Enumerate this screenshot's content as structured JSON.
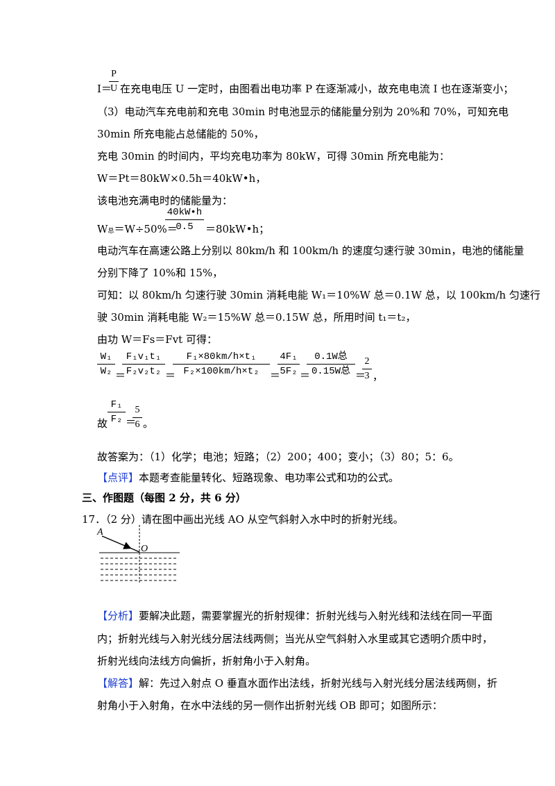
{
  "lines": {
    "l1_frac_num": "P",
    "l1_frac_den": "U",
    "l1_prefix": "I＝",
    "l1_text": "在充电电压 U 一定时，由图看出电功率 P 在逐渐减小，故充电电流 I 也在逐渐变小；",
    "l2": "（3）电动汽车充电前和充电 30min 时电池显示的储能量分别为 20%和 70%，可知充电",
    "l3": "30min 所充电能占总储能的 50%，",
    "l4": "充电 30min 的时间内，平均充电功率为 80kW，可得 30min 所充电能为：",
    "l5": "W＝Pt＝80kW×0.5h＝40kW•h，",
    "l6": "该电池充满电时的储能量为：",
    "l7_prefix": "W",
    "l7_sub": "总",
    "l7_mid": "＝W÷50%＝",
    "l7_frac_num": "40kW•h",
    "l7_frac_den": "0.5",
    "l7_suffix": "＝80kW•h；",
    "l8": "电动汽车在高速公路上分别以 80km/h 和 100km/h 的速度匀速行驶 30min，电池的储能量",
    "l9": "分别下降了 10%和 15%，",
    "l10": "可知：以 80km/h 匀速行驶 30min 消耗电能 W₁＝10%W 总＝0.1W 总，以 100km/h 匀速行",
    "l11": "驶 30min 消耗电能 W₂＝15%W 总＝0.15W 总，所用时间 t₁＝t₂，",
    "l12": "由功 W＝Fs＝Fvt 可得：",
    "eq": {
      "f1_num": "W₁",
      "f1_den": "W₂",
      "f2_num": "F₁v₁t₁",
      "f2_den": "F₂v₂t₂",
      "f3_num": "F₁×80km/h×t₁",
      "f3_den": "F₂×100km/h×t₂",
      "f4_num": "4F₁",
      "f4_den": "5F₂",
      "f5_num": "0.1W总",
      "f5_den": "0.15W总",
      "f6_num": "2",
      "f6_den": "3",
      "eqsign": "＝",
      "end": "，"
    },
    "ratio": {
      "prefix": "故",
      "num": "F₁",
      "den": "F₂",
      "eq": "＝",
      "r_num": "5",
      "r_den": "6",
      "end": "。"
    },
    "answer": "故答案为：（1）化学；电池；短路；（2）200；400；变小；（3）80；5：6。",
    "review_tag": "【点评】",
    "review_text": "本题考查能量转化、短路现象、电功率公式和功的公式。",
    "section": "三、作图题（每图 2 分，共 6 分）",
    "q17": "17．（2 分）请在图中画出光线 AO 从空气斜射入水中时的折射光线。",
    "fig_A": "A",
    "fig_O": "O",
    "analysis_tag": "【分析】",
    "analysis_1": "要解决此题，需要掌握光的折射规律：折射光线与入射光线和法线在同一平面",
    "analysis_2": "内；折射光线与入射光线分居法线两侧；当光从空气斜射入水里或其它透明介质中时，",
    "analysis_3": "折射光线向法线方向偏折，折射角小于入射角。",
    "solution_tag": "【解答】",
    "solution_1": "解：先过入射点 O 垂直水面作出法线，折射光线与入射光线分居法线两侧，折",
    "solution_2": "射角小于入射角，在水中法线的另一侧作出折射光线 OB 即可；如图所示："
  },
  "colors": {
    "tag_blue": "#1f3fd0"
  }
}
